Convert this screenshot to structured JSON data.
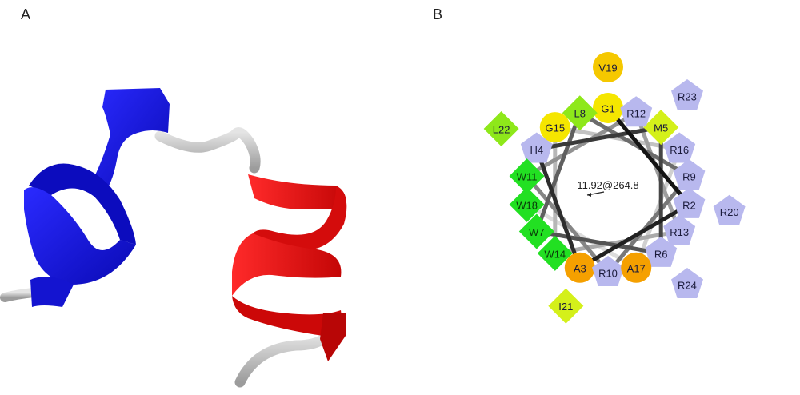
{
  "panels": {
    "a": {
      "label": "A"
    },
    "b": {
      "label": "B"
    }
  },
  "colors": {
    "helix_n": "#1d1dd6",
    "helix_c": "#e81010",
    "coil": "#c8c8c8",
    "hydrophobic_yellow": "#f5e600",
    "hydrophobic_lime": "#d4f01a",
    "aromatic_green": "#22e022",
    "small_orange": "#f5a000",
    "charged_lavender": "#b8b8ee"
  },
  "wheel": {
    "moment_label": "11.92@264.8",
    "residues": [
      {
        "name": "G1",
        "shape": "circle",
        "color": "#f5e600"
      },
      {
        "name": "R2",
        "shape": "pentagon",
        "color": "#b8b8ee"
      },
      {
        "name": "A3",
        "shape": "circle",
        "color": "#f5a000"
      },
      {
        "name": "H4",
        "shape": "pentagon",
        "color": "#b8b8ee"
      },
      {
        "name": "M5",
        "shape": "diamond",
        "color": "#d4f01a"
      },
      {
        "name": "R6",
        "shape": "pentagon",
        "color": "#b8b8ee"
      },
      {
        "name": "W7",
        "shape": "diamond",
        "color": "#22e022"
      },
      {
        "name": "L8",
        "shape": "diamond",
        "color": "#8ee81a"
      },
      {
        "name": "R9",
        "shape": "pentagon",
        "color": "#b8b8ee"
      },
      {
        "name": "R10",
        "shape": "pentagon",
        "color": "#b8b8ee"
      },
      {
        "name": "W11",
        "shape": "diamond",
        "color": "#22e022"
      },
      {
        "name": "R12",
        "shape": "pentagon",
        "color": "#b8b8ee"
      },
      {
        "name": "R13",
        "shape": "pentagon",
        "color": "#b8b8ee"
      },
      {
        "name": "W14",
        "shape": "diamond",
        "color": "#22e022"
      },
      {
        "name": "G15",
        "shape": "circle",
        "color": "#f5e600"
      },
      {
        "name": "R16",
        "shape": "pentagon",
        "color": "#b8b8ee"
      },
      {
        "name": "A17",
        "shape": "circle",
        "color": "#f5a000"
      },
      {
        "name": "W18",
        "shape": "diamond",
        "color": "#22e022"
      },
      {
        "name": "V19",
        "shape": "circle",
        "color": "#f5c800"
      },
      {
        "name": "R20",
        "shape": "pentagon",
        "color": "#b8b8ee"
      },
      {
        "name": "I21",
        "shape": "diamond",
        "color": "#d4f01a"
      },
      {
        "name": "L22",
        "shape": "diamond",
        "color": "#8ee81a"
      },
      {
        "name": "R23",
        "shape": "pentagon",
        "color": "#b8b8ee"
      },
      {
        "name": "R24",
        "shape": "pentagon",
        "color": "#b8b8ee"
      }
    ]
  }
}
